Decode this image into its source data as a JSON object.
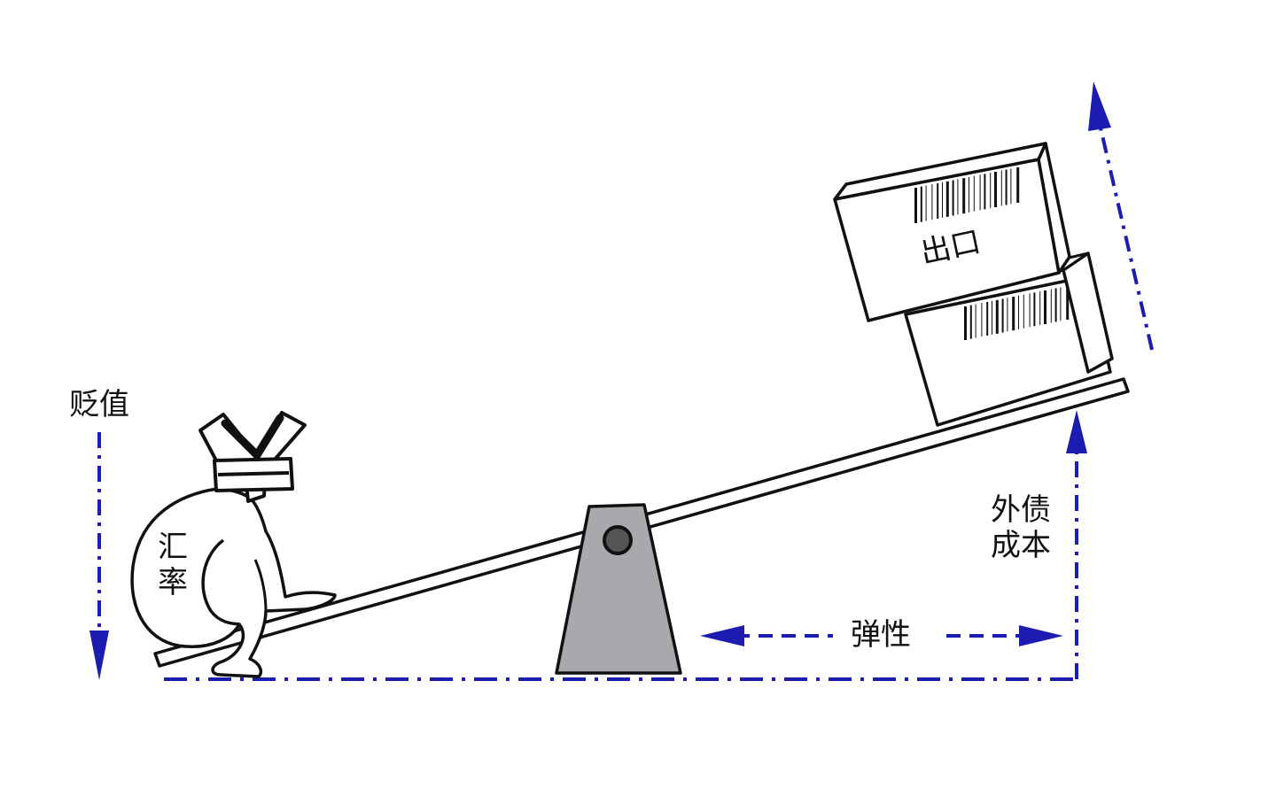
{
  "labels": {
    "depreciation": "贬值",
    "exchange_rate_line1": "汇",
    "exchange_rate_line2": "率",
    "export_line1": "出口",
    "external_debt_line1": "外债",
    "external_debt_line2": "成本",
    "elasticity": "弹性"
  },
  "icons": {
    "currency_head": "yen-sign-icon",
    "up_arrow": "arrow-up-icon",
    "down_arrow": "arrow-down-icon",
    "double_arrow": "double-headed-arrow-icon",
    "barcode": "barcode-icon"
  },
  "colors": {
    "arrow": "#1c1cb0",
    "outline": "#111111",
    "fulcrum": "#a9a9ad"
  }
}
